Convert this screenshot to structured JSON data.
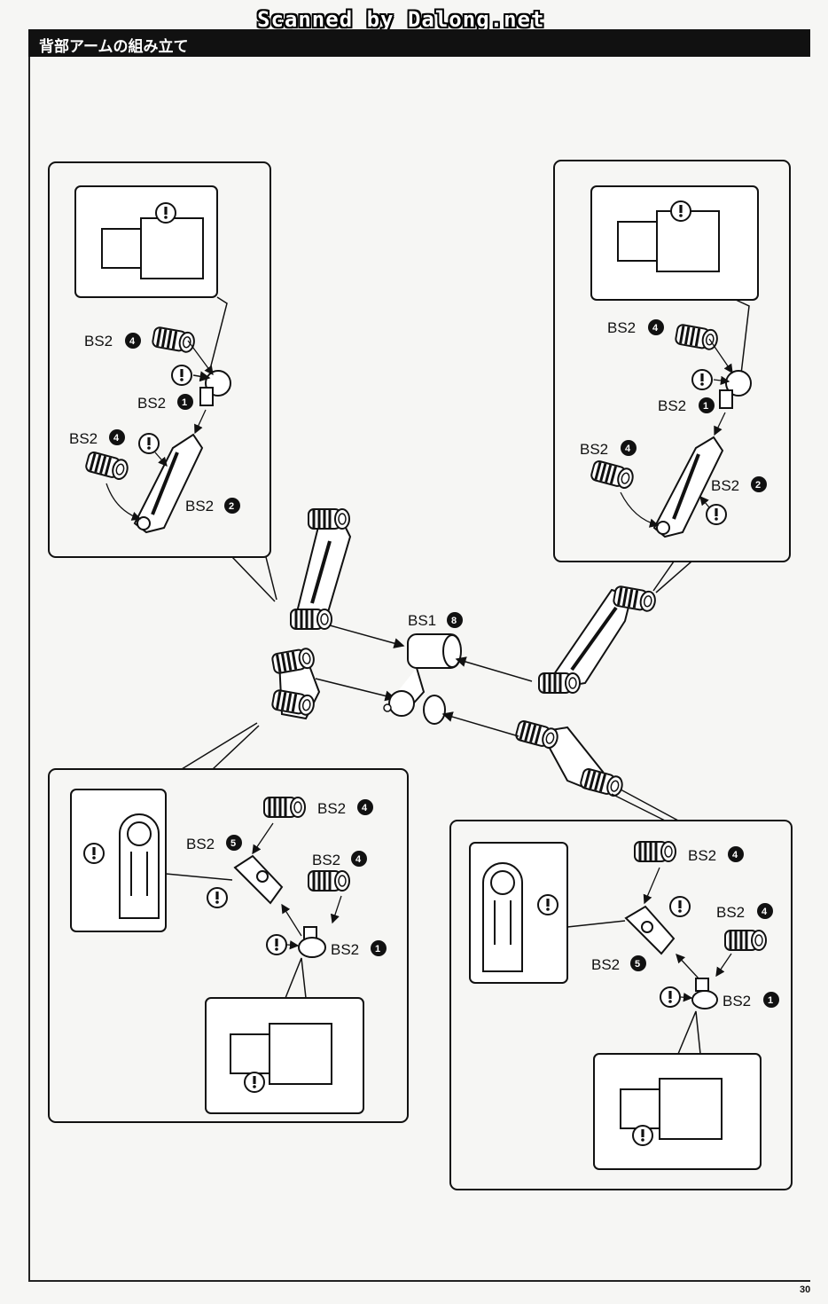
{
  "watermark": "Scanned by Dalong.net",
  "header": {
    "title": "背部アームの組み立て"
  },
  "page_number": "30",
  "labels": {
    "bs2": "BS2",
    "bs1": "BS1",
    "n1": "1",
    "n2": "2",
    "n4": "4",
    "n5": "5",
    "n8": "8",
    "caution": "!"
  }
}
